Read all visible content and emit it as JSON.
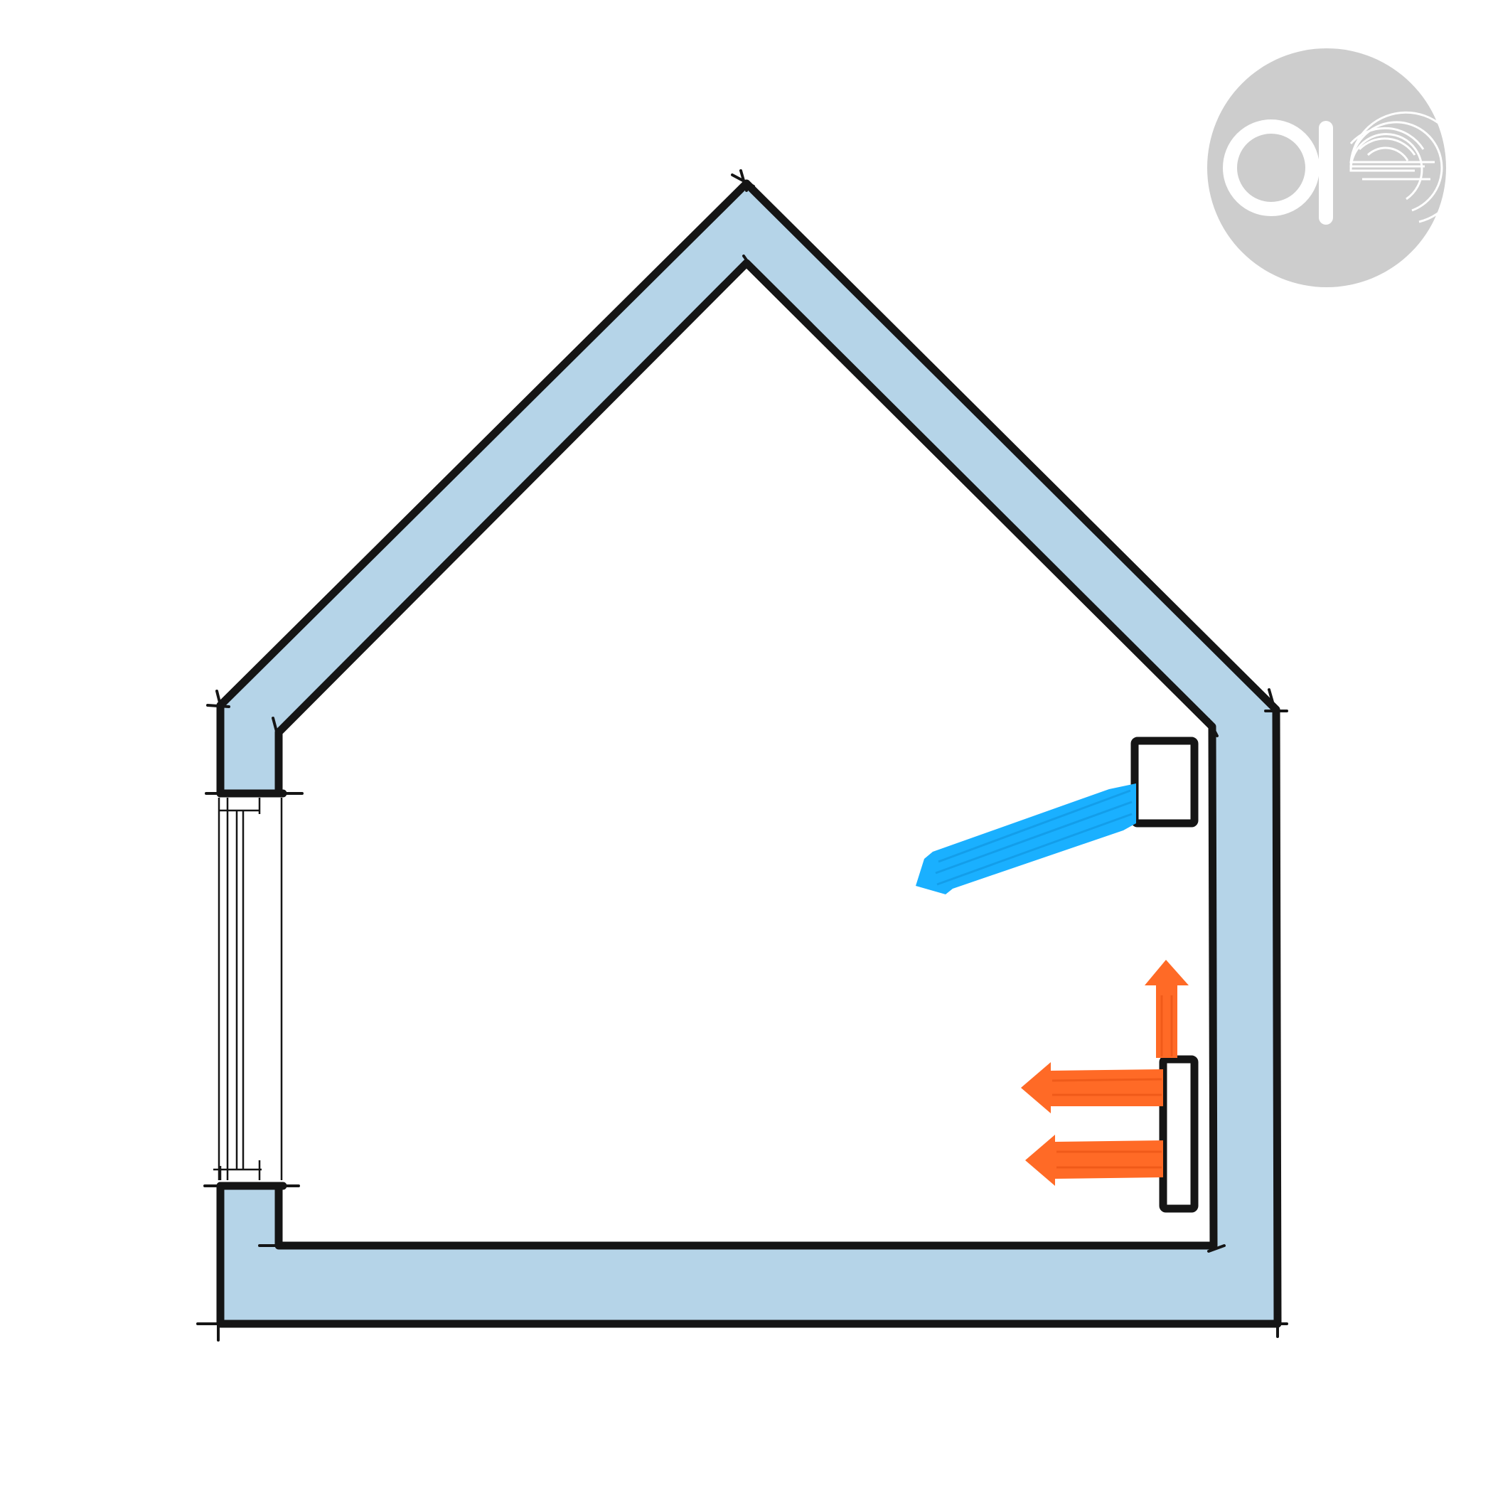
{
  "colors": {
    "insulation": "#b5d4e8",
    "ink": "#151515",
    "cool_air_arrow": "#1ab0ff",
    "warm_air_arrow": "#ff6a26",
    "logo_circle": "#cdcdcd",
    "logo_mark": "#ffffff",
    "background": "#ffffff"
  },
  "diagram": {
    "subject": "house-cross-section",
    "elements": [
      "insulated-envelope",
      "window",
      "ventilation-unit",
      "radiator",
      "cool-air-arrow",
      "warm-air-arrows",
      "logo"
    ],
    "arrows": {
      "cool_air": {
        "icon": "cool-air-arrow-icon",
        "direction": "down-left",
        "count": 1
      },
      "warm_air": {
        "icon": "warm-air-arrow-icon",
        "directions": [
          "up",
          "left",
          "left"
        ],
        "count": 3
      }
    }
  },
  "logo": {
    "letters": "ae"
  }
}
